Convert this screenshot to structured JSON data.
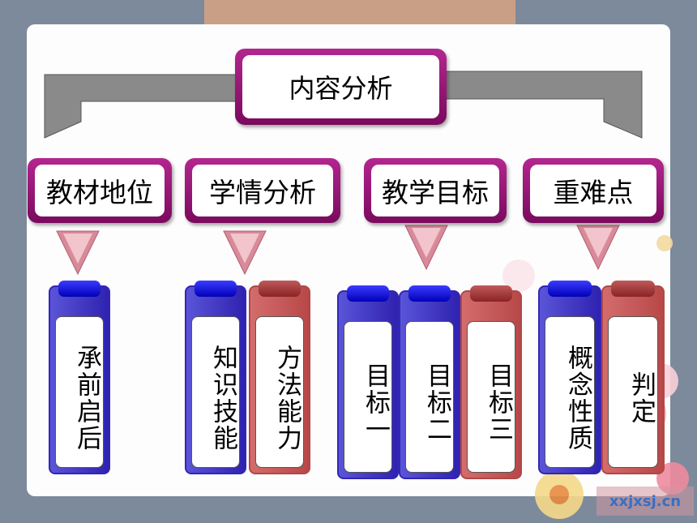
{
  "title": "内容分析",
  "categories": [
    {
      "label": "教材地位",
      "cards": [
        {
          "text": "承前启后",
          "color": "blue"
        }
      ]
    },
    {
      "label": "学情分析",
      "cards": [
        {
          "text": "知识技能",
          "color": "blue"
        },
        {
          "text": "方法能力",
          "color": "red"
        }
      ]
    },
    {
      "label": "教学目标",
      "cards": [
        {
          "text": "目标一",
          "color": "blue"
        },
        {
          "text": "目标二",
          "color": "blue"
        },
        {
          "text": "目标三",
          "color": "red"
        }
      ]
    },
    {
      "label": "重难点",
      "cards": [
        {
          "text": "概念性质",
          "color": "blue"
        },
        {
          "text": "判定",
          "color": "red"
        }
      ]
    }
  ],
  "watermark": "xxjxsj.cn",
  "colors": {
    "frame": "#9a1a78",
    "blue_card": "#3326b5",
    "red_card": "#b84848",
    "arrow": "#d98a9a"
  }
}
